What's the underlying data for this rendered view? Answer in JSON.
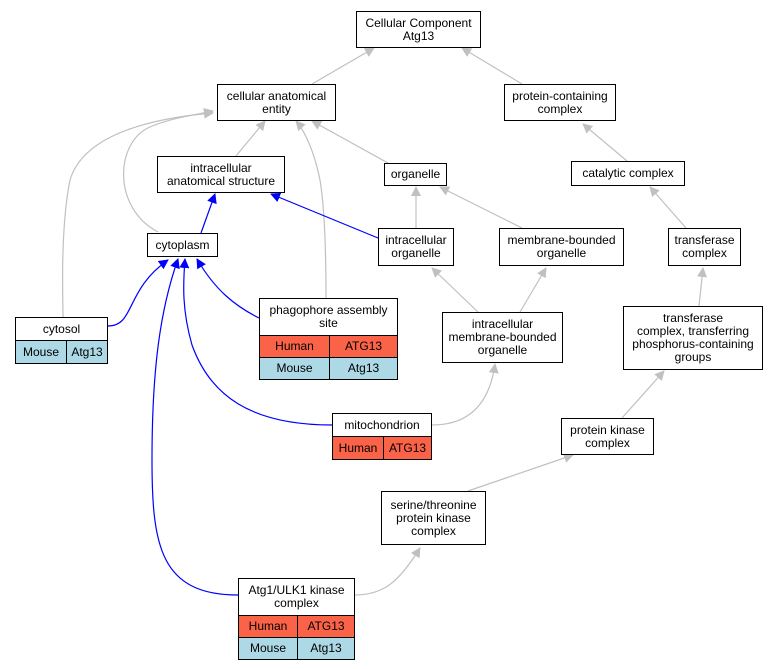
{
  "colors": {
    "gray_edge": "#c0c0c0",
    "blue_edge": "#0000ff",
    "human": "#fa6347",
    "mouse": "#add8e6"
  },
  "nodes": {
    "cellular_component": "Cellular Component\nAtg13",
    "cellular_anatomical_entity": "cellular anatomical\nentity",
    "protein_containing_complex": "protein-containing\ncomplex",
    "intracellular_anatomical_structure": "intracellular\nanatomical structure",
    "organelle": "organelle",
    "catalytic_complex": "catalytic complex",
    "cytoplasm": "cytoplasm",
    "intracellular_organelle": "intracellular\norganelle",
    "membrane_bounded_organelle": "membrane-bounded\norganelle",
    "transferase_complex": "transferase\ncomplex",
    "intracellular_membrane_bounded_organelle": "intracellular\nmembrane-bounded\norganelle",
    "transferase_complex_phospho": "transferase\ncomplex, transferring\nphosphorus-containing\ngroups",
    "protein_kinase_complex": "protein kinase\ncomplex",
    "serine_threonine_complex": "serine/threonine\nprotein kinase\ncomplex"
  },
  "tables": {
    "cytosol": {
      "title": "cytosol",
      "rows": [
        {
          "species": "Mouse",
          "gene": "Atg13"
        }
      ]
    },
    "phagophore": {
      "title": "phagophore assembly\nsite",
      "rows": [
        {
          "species": "Human",
          "gene": "ATG13"
        },
        {
          "species": "Mouse",
          "gene": "Atg13"
        }
      ]
    },
    "mitochondrion": {
      "title": "mitochondrion",
      "rows": [
        {
          "species": "Human",
          "gene": "ATG13"
        }
      ]
    },
    "atg1": {
      "title": "Atg1/ULK1 kinase\ncomplex",
      "rows": [
        {
          "species": "Human",
          "gene": "ATG13"
        },
        {
          "species": "Mouse",
          "gene": "Atg13"
        }
      ]
    }
  }
}
